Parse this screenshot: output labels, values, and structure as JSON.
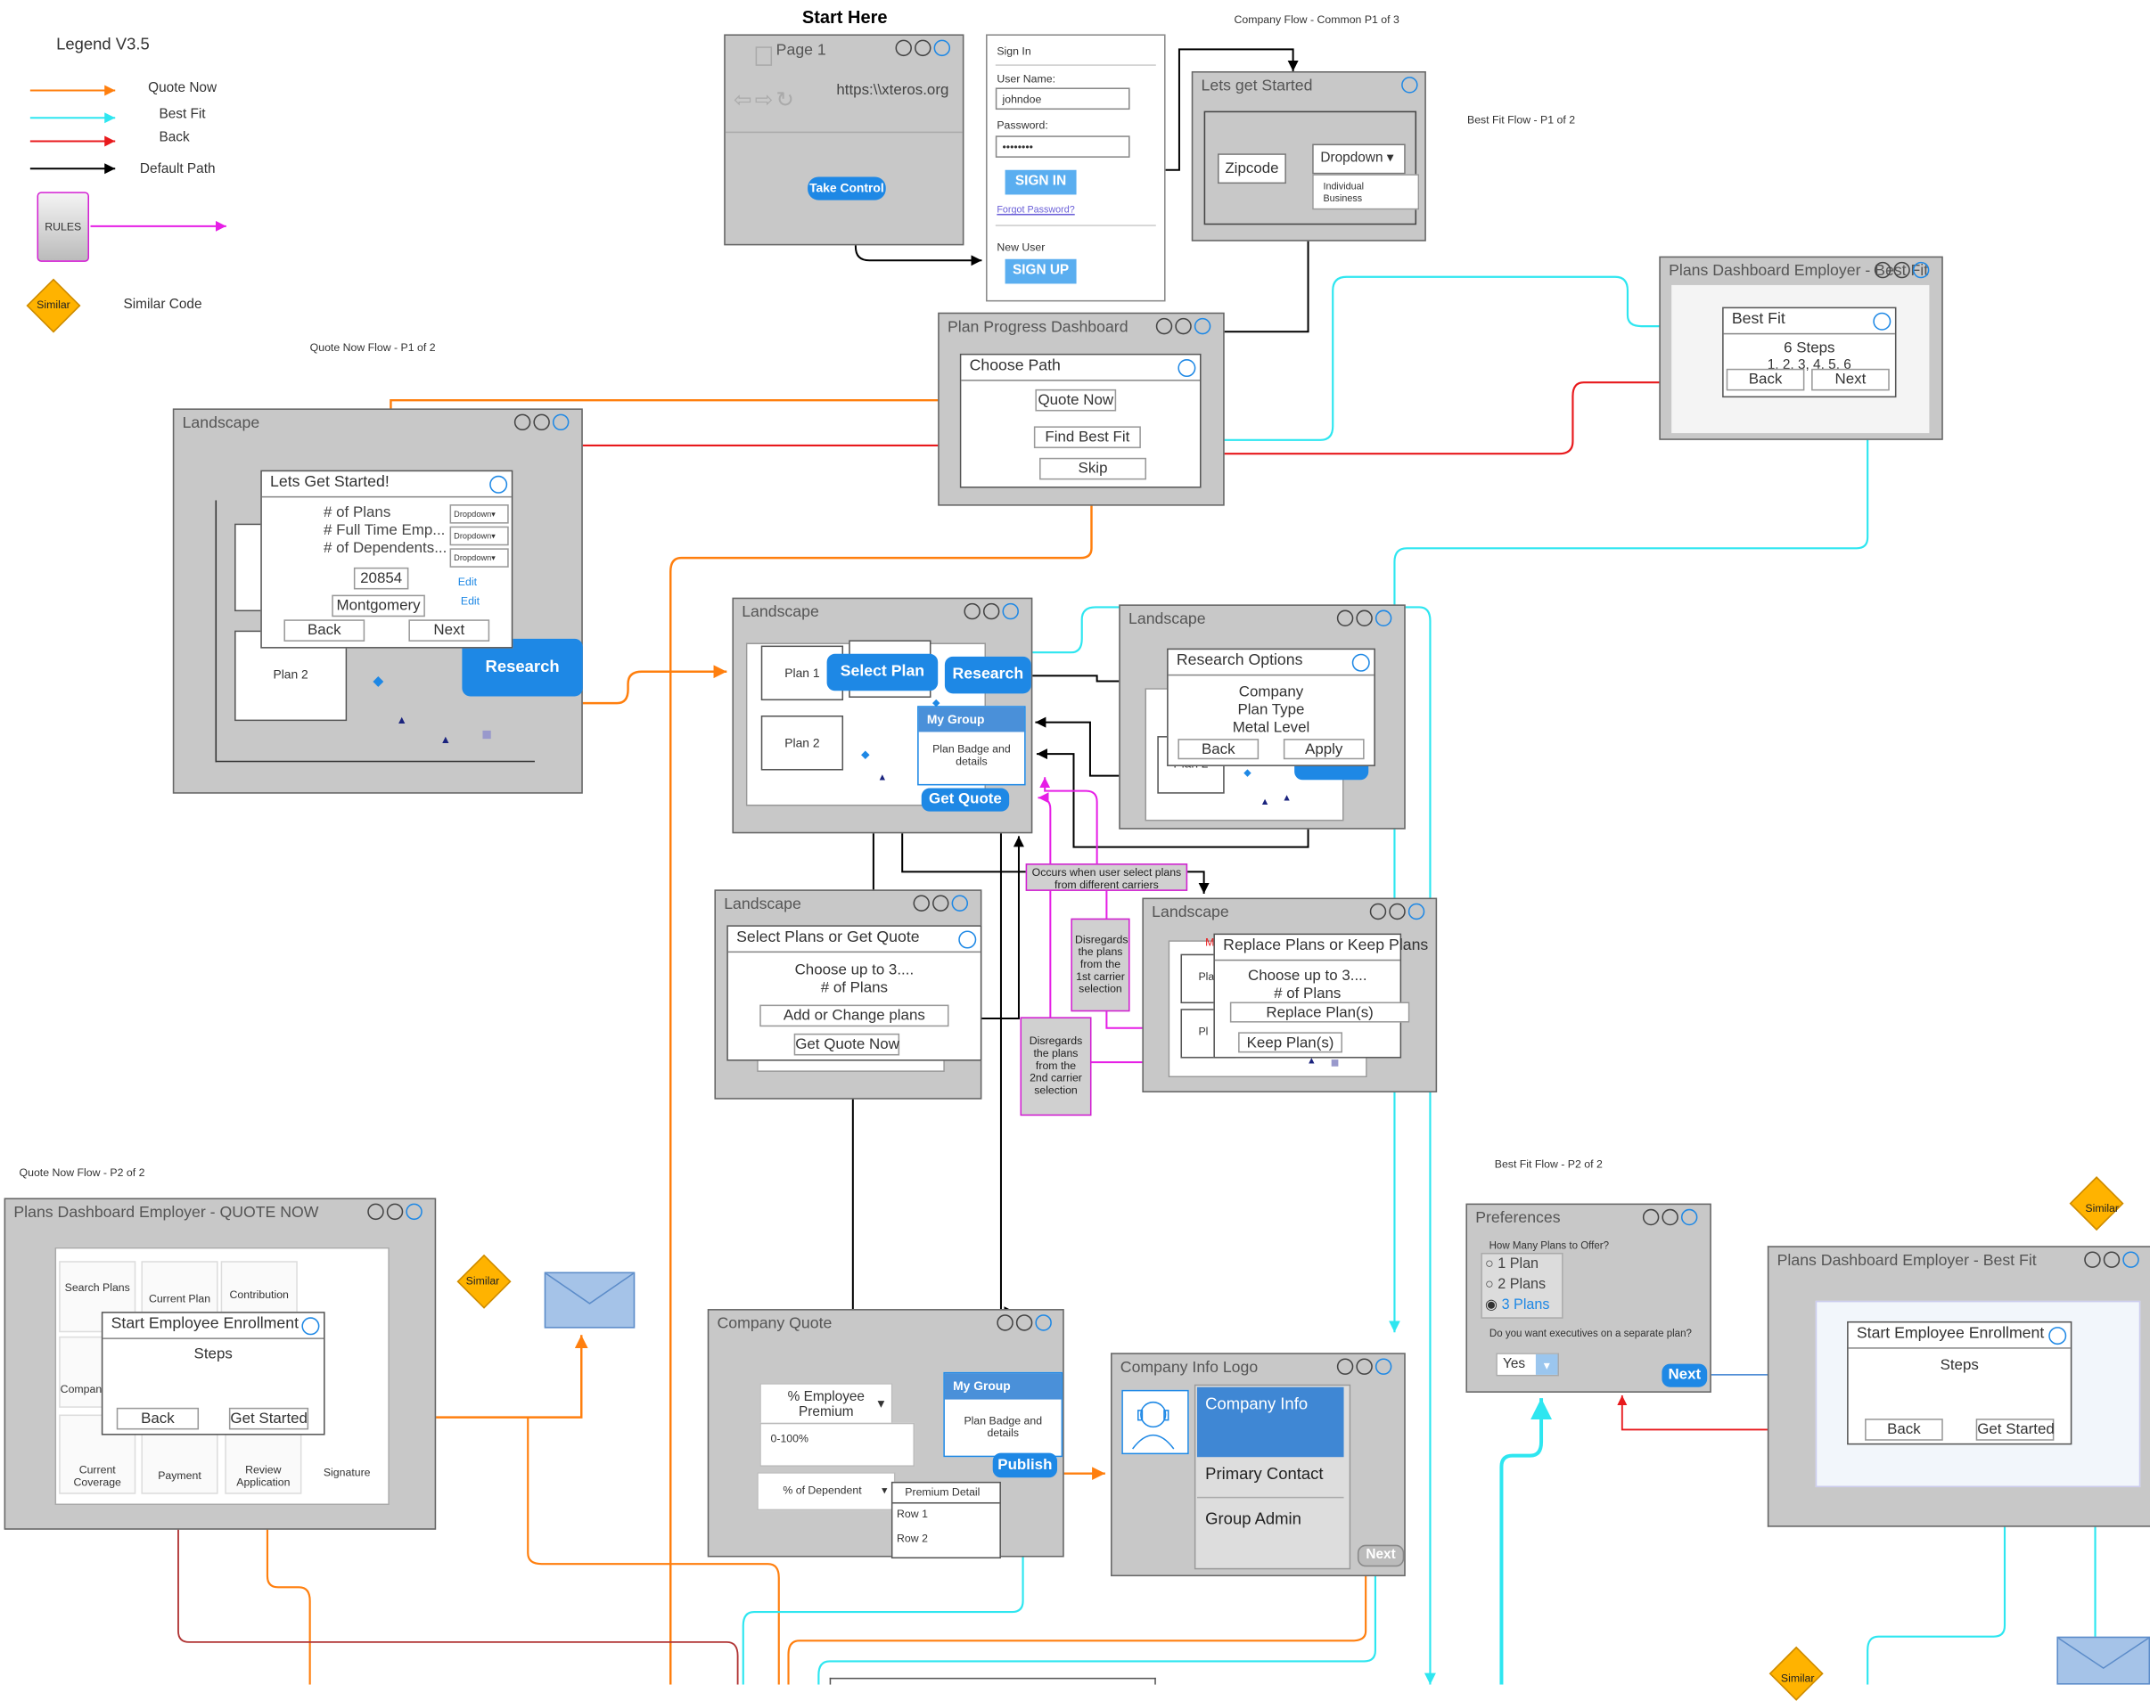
{
  "legend": {
    "title": "Legend V3.5",
    "items": [
      {
        "label": "Quote Now",
        "color": "#ff7f0e"
      },
      {
        "label": "Best Fit",
        "color": "#2ee6f0"
      },
      {
        "label": "Back",
        "color": "#e8191c"
      },
      {
        "label": "Default Path",
        "color": "#000000"
      }
    ],
    "rules": "RULES",
    "similar": "Similar",
    "similar_code": "Similar Code"
  },
  "headings": {
    "start_here": "Start Here",
    "company_flow": "Company Flow - Common P1 of  3",
    "quote_now_p1": "Quote Now Flow - P1 of 2",
    "quote_now_p2": "Quote Now Flow - P2 of 2",
    "best_fit_p1": "Best Fit Flow - P1 of 2",
    "best_fit_p2": "Best Fit Flow - P2 of 2"
  },
  "page1": {
    "title": "Page 1",
    "url": "https:\\\\xteros.org",
    "take_control": "Take Control"
  },
  "signin": {
    "title": "Sign In",
    "user_label": "User Name:",
    "user_value": "johndoe",
    "pass_label": "Password:",
    "pass_value": "••••••••",
    "sign_in": "SIGN IN",
    "forgot": "Forgot Password?",
    "new_user": "New User",
    "sign_up": "SIGN UP"
  },
  "lets_get_started": {
    "title": "Lets get Started",
    "zipcode": "Zipcode",
    "dropdown": "Dropdown",
    "options": [
      "Individual",
      "Business"
    ]
  },
  "plans_dash_bestfit": {
    "title": "Plans Dashboard Employer - Best Fit",
    "dialog": "Best Fit",
    "steps": "6 Steps",
    "steps_list": "1, 2, 3, 4, 5, 6",
    "back": "Back",
    "next": "Next"
  },
  "plan_progress": {
    "title": "Plan Progress Dashboard",
    "dialog": "Choose Path",
    "quote_now": "Quote Now",
    "find_best_fit": "Find Best Fit",
    "skip": "Skip"
  },
  "qn_landscape": {
    "title": "Landscape",
    "dialog": "Lets Get Started!",
    "fields": [
      "# of Plans",
      "# Full Time Emp...",
      "# of Dependents..."
    ],
    "dropdown": "Dropdown",
    "zip": "20854",
    "county": "Montgomery",
    "edit": "Edit",
    "back": "Back",
    "next": "Next",
    "plan2": "Plan 2",
    "research": "Research"
  },
  "main_landscape": {
    "title": "Landscape",
    "plan1": "Plan 1",
    "plan2": "Plan 2",
    "select_plan": "Select Plan",
    "research": "Research",
    "my_group": "My Group",
    "badge": "Plan Badge and details",
    "get_quote": "Get Quote"
  },
  "research_landscape": {
    "title": "Landscape",
    "dialog": "Research Options",
    "options": [
      "Company",
      "Plan Type",
      "Metal Level"
    ],
    "back": "Back",
    "apply": "Apply",
    "plan2": "Plan 2"
  },
  "notes": {
    "different_carriers": "Occurs when user select plans from different carriers",
    "disregard1": "Disregards the plans from the 1st carrier selection",
    "disregard2": "Disregards the plans from the 2nd carrier selection"
  },
  "select_landscape": {
    "title": "Landscape",
    "dialog": "Select Plans or Get Quote",
    "line1": "Choose up to 3....",
    "line2": "# of Plans",
    "add_change": "Add or Change plans",
    "get_quote_now": "Get Quote Now"
  },
  "replace_landscape": {
    "title": "Landscape",
    "dialog": "Replace Plans or Keep Plans",
    "line1": "Choose up to 3....",
    "line2": "# of Plans",
    "replace": "Replace Plan(s)",
    "keep": "Keep Plan(s)",
    "fragment": "Pla",
    "fragment2": "Pl",
    "mark": "M"
  },
  "qn_dash": {
    "title": "Plans Dashboard Employer - QUOTE NOW",
    "tiles": [
      "Search Plans",
      "Current Plan",
      "Contribution",
      "Company",
      "Current Coverage",
      "Payment",
      "Review Application",
      "Signature"
    ],
    "dialog": "Start Employee Enrollment",
    "steps": "Steps",
    "back": "Back",
    "get_started": "Get Started"
  },
  "company_quote": {
    "title": "Company Quote",
    "employee_premium": "% Employee Premium",
    "range": "0-100%",
    "pct_dependent": "% of Dependent",
    "premium_detail": "Premium Detail",
    "rows": [
      "Row 1",
      "Row 2"
    ],
    "my_group": "My Group",
    "badge": "Plan Badge and details",
    "publish": "Publish"
  },
  "company_info": {
    "title": "Company Info Logo",
    "items": [
      "Company Info",
      "Primary Contact",
      "Group Admin"
    ],
    "next": "Next"
  },
  "preferences": {
    "title": "Preferences",
    "question1": "How Many Plans to Offer?",
    "options": [
      "1 Plan",
      "2 Plans",
      "3 Plans"
    ],
    "question2": "Do you want executives on a separate plan?",
    "yes": "Yes",
    "next": "Next"
  },
  "bf_dash2": {
    "title": "Plans Dashboard Employer - Best Fit",
    "dialog": "Start Employee Enrollment",
    "steps": "Steps",
    "back": "Back",
    "get_started": "Get Started"
  }
}
